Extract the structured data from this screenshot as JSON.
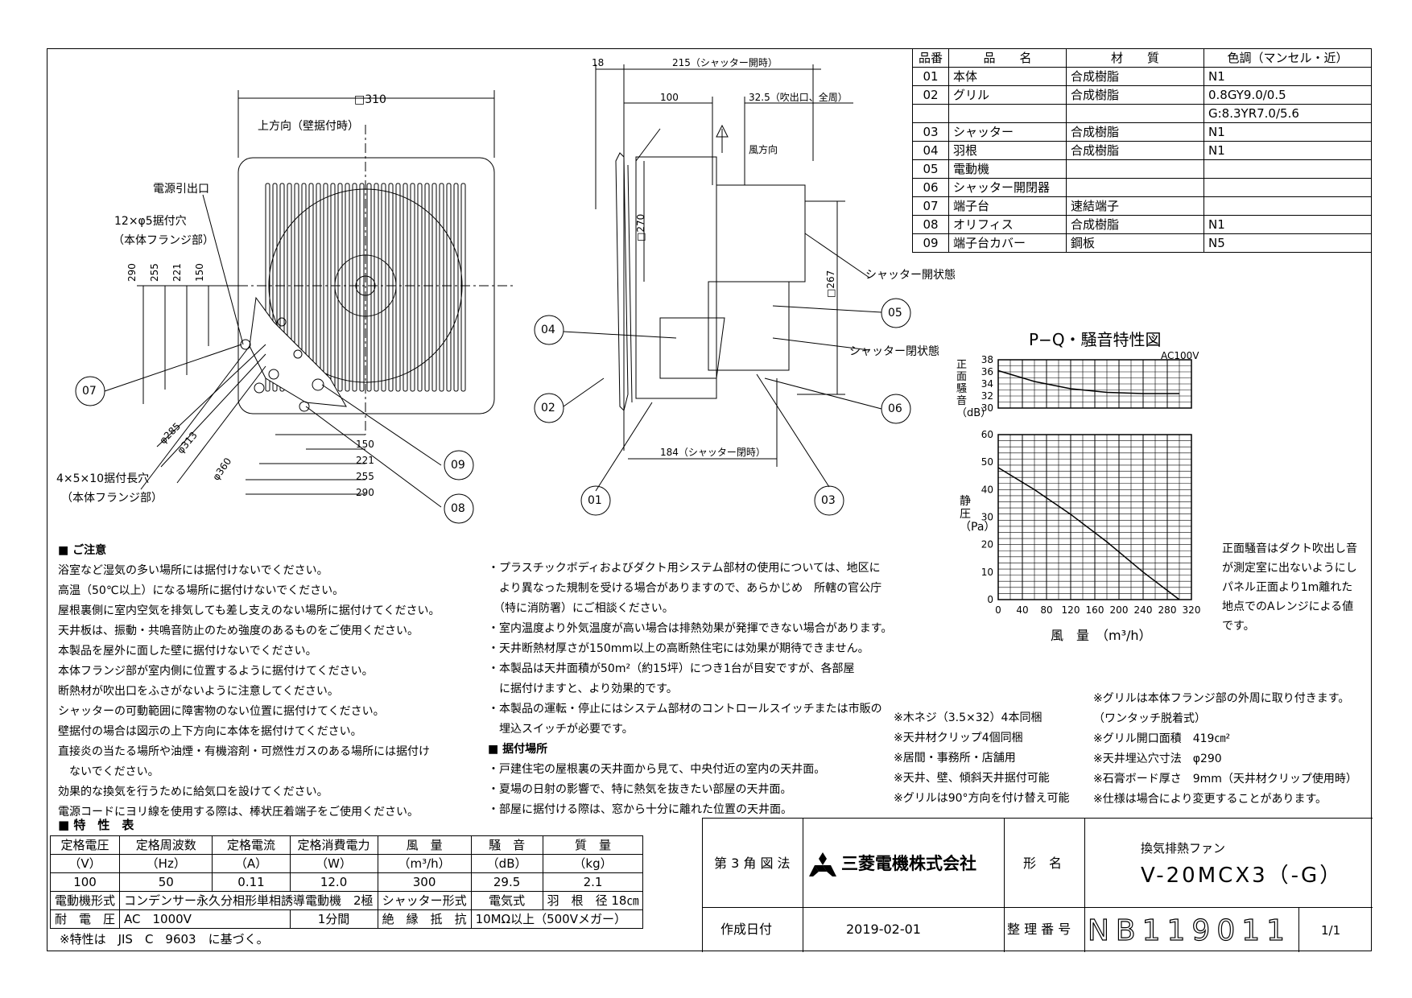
{
  "front_view": {
    "square_310": "□310",
    "up_direction": "上方向（壁据付時）",
    "power_outlet": "電源引出口",
    "mount_holes_1": "12×φ5据付穴",
    "mount_holes_1_sub": "（本体フランジ部）",
    "mount_slots": "4×5×10据付長穴",
    "mount_slots_sub": "（本体フランジ部）",
    "dims_v": [
      "290",
      "255",
      "221",
      "150"
    ],
    "dims_h": [
      "150",
      "221",
      "255",
      "290"
    ],
    "diam": [
      "φ285",
      "φ313",
      "φ360"
    ],
    "balloons": [
      "07",
      "09",
      "08"
    ]
  },
  "side_view": {
    "d18": "18",
    "d215": "215（シャッター開時）",
    "d100": "100",
    "d325": "32.5（吹出口、全周）",
    "wind_dir": "風方向",
    "d270": "□270",
    "d267": "□267",
    "d184": "184（シャッター閉時）",
    "shutter_open": "シャッター開状態",
    "shutter_closed": "シャッター閉状態",
    "balloons": [
      "04",
      "02",
      "01",
      "05",
      "06",
      "03"
    ]
  },
  "parts_table": {
    "headers": [
      "品番",
      "品　　名",
      "材　　質",
      "色調（マンセル・近）"
    ],
    "rows": [
      [
        "01",
        "本体",
        "合成樹脂",
        "N1"
      ],
      [
        "02",
        "グリル",
        "合成樹脂",
        "0.8GY9.0/0.5"
      ],
      [
        "",
        "",
        "",
        "G:8.3YR7.0/5.6"
      ],
      [
        "03",
        "シャッター",
        "合成樹脂",
        "N1"
      ],
      [
        "04",
        "羽根",
        "合成樹脂",
        "N1"
      ],
      [
        "05",
        "電動機",
        "",
        ""
      ],
      [
        "06",
        "シャッター開閉器",
        "",
        ""
      ],
      [
        "07",
        "端子台",
        "速結端子",
        ""
      ],
      [
        "08",
        "オリフィス",
        "合成樹脂",
        "N1"
      ],
      [
        "09",
        "端子台カバー",
        "鋼板",
        "N5"
      ]
    ]
  },
  "chart_data": {
    "type": "line",
    "title": "P−Q・騒音特性図",
    "subtitle": "AC100V",
    "xlabel": "風　量　（m³/h）",
    "x_ticks": [
      "0",
      "40",
      "80",
      "120",
      "160",
      "200",
      "240",
      "280",
      "320"
    ],
    "noise": {
      "ylabel": "正面騒音（dB）",
      "ylim": [
        30,
        38
      ],
      "y_ticks": [
        "30",
        "32",
        "34",
        "36",
        "38"
      ],
      "x": [
        0,
        60,
        120,
        180,
        240,
        300
      ],
      "y": [
        36.2,
        34.4,
        33.2,
        32.6,
        32.4,
        32.4
      ]
    },
    "pressure": {
      "ylabel": "静圧（Pa）",
      "ylim": [
        0,
        60
      ],
      "y_ticks": [
        "0",
        "10",
        "20",
        "30",
        "40",
        "50",
        "60"
      ],
      "x": [
        0,
        60,
        120,
        180,
        240,
        300
      ],
      "y": [
        48,
        40,
        31,
        21,
        10,
        0
      ]
    },
    "xlim": [
      0,
      320
    ],
    "note": [
      "正面騒音はダクト吹出し音",
      "が測定室に出ないようにし",
      "パネル正面より1m離れた",
      "地点でのAレンジによる値",
      "です。"
    ]
  },
  "notes_left": {
    "title": "■ ご注意",
    "items": [
      "浴室など湿気の多い場所には据付けないでください。",
      "高温（50℃以上）になる場所に据付けないでください。",
      "屋根裏側に室内空気を排気しても差し支えのない場所に据付けてください。",
      "天井板は、振動・共鳴音防止のため強度のあるものをご使用ください。",
      "本製品を屋外に面した壁に据付けないでください。",
      "本体フランジ部が室内側に位置するように据付けてください。",
      "断熱材が吹出口をふさがないように注意してください。",
      "シャッターの可動範囲に障害物のない位置に据付けてください。",
      "壁据付の場合は図示の上下方向に本体を据付けてください。",
      "直接炎の当たる場所や油煙・有機溶剤・可燃性ガスのある場所には据付け",
      "　ないでください。",
      "効果的な換気を行うために給気口を設けてください。",
      "電源コードにヨリ線を使用する際は、棒状圧着端子をご使用ください。"
    ]
  },
  "notes_mid": {
    "items": [
      "・プラスチックボディおよびダクト用システム部材の使用については、地区に",
      "　より異なった規制を受ける場合がありますので、あらかじめ　所轄の官公庁",
      "　（特に消防署）にご相談ください。",
      "・室内温度より外気温度が高い場合は排熱効果が発揮できない場合があります。",
      "・天井断熱材厚さが150mm以上の高断熱住宅には効果が期待できません。",
      "・本製品は天井面積が50m²（約15坪）につき1台が目安ですが、各部屋",
      "　に据付けますと、より効果的です。",
      "・本製品の運転・停止にはシステム部材のコントロールスイッチまたは市販の",
      "　埋込スイッチが必要です。"
    ],
    "place_title": "■ 据付場所",
    "place_items": [
      "・戸建住宅の屋根裏の天井面から見て、中央付近の室内の天井面。",
      "・夏場の日射の影響で、特に熱気を抜きたい部屋の天井面。",
      "・部屋に据付ける際は、窓から十分に離れた位置の天井面。"
    ]
  },
  "notes_right_a": [
    "※木ネジ（3.5×32）4本同梱",
    "※天井材クリップ4個同梱",
    "※居間・事務所・店舗用",
    "※天井、壁、傾斜天井据付可能",
    "※グリルは90°方向を付け替え可能"
  ],
  "notes_right_b": [
    "※グリルは本体フランジ部の外周に取り付きます。",
    "（ワンタッチ脱着式）",
    "※グリル開口面積　419㎝²",
    "※天井埋込穴寸法　φ290",
    "※石膏ボード厚さ　9mm（天井材クリップ使用時）",
    "※仕様は場合により変更することがあります。"
  ],
  "spec_table": {
    "title": "■ 特　性　表",
    "headers": [
      "定格電圧",
      "定格周波数",
      "定格電流",
      "定格消費電力",
      "風　量",
      "騒　音",
      "質　量"
    ],
    "units": [
      "（V）",
      "（Hz）",
      "（A）",
      "（W）",
      "（m³/h）",
      "（dB）",
      "（kg）"
    ],
    "values": [
      "100",
      "50",
      "0.11",
      "12.0",
      "300",
      "29.5",
      "2.1"
    ],
    "motor_label": "電動機形式",
    "motor_value": "コンデンサー永久分相形単相誘導電動機　2極",
    "shutter_label": "シャッター形式",
    "shutter_value": "電気式",
    "blade_label": "羽　根　径",
    "blade_value": "18㎝",
    "voltage_label": "耐　電　圧",
    "voltage_value": "AC　1000V",
    "voltage_time": "1分間",
    "insulation_label": "絶　縁　抵　抗",
    "insulation_value": "10MΩ以上（500Vメガー）",
    "footnote": "※特性は　JIS　C　9603　に基づく。"
  },
  "title_block": {
    "projection": "第 3 角 図 法",
    "company": "三菱電機株式会社",
    "model_label": "形　名",
    "product": "換気排熱ファン",
    "model": "V-20MCX3（-G）",
    "date_label": "作成日付",
    "date": "2019-02-01",
    "number_label": "整 理 番 号",
    "number": "NB119011",
    "sheet": "1/1"
  }
}
